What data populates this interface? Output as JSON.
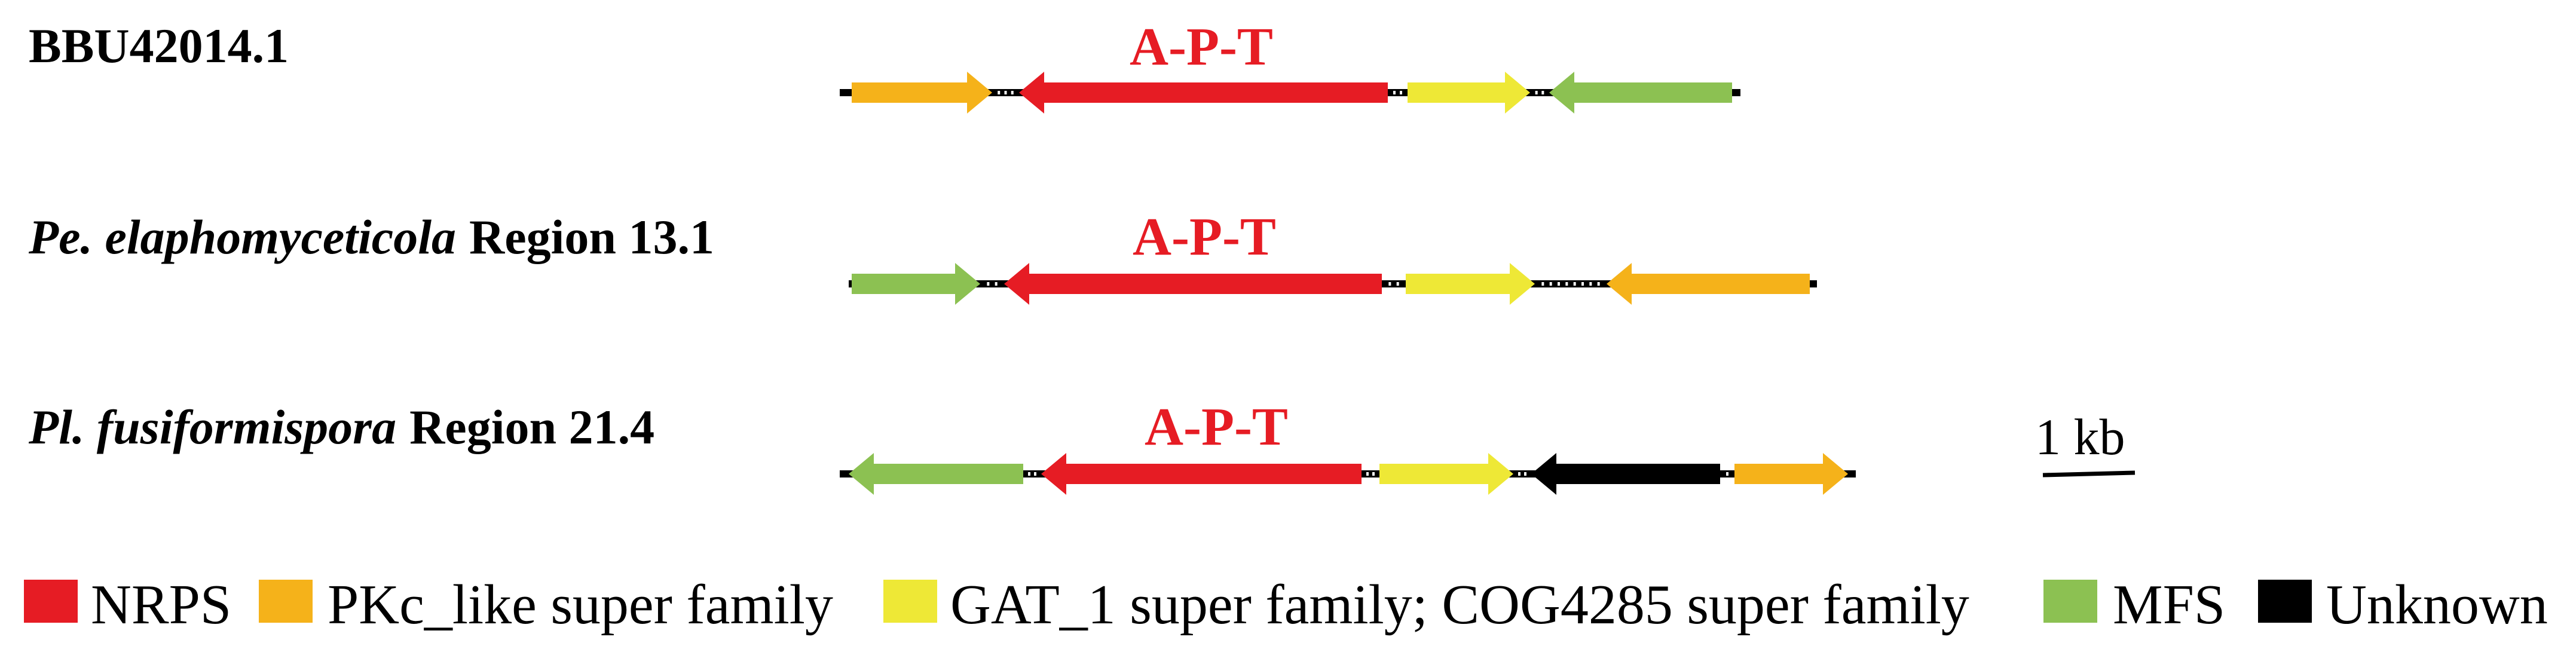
{
  "colors": {
    "NRPS": "#e61c24",
    "PKc": "#f5b21a",
    "GAT": "#eee836",
    "MFS": "#8cc152",
    "Unknown": "#000000",
    "backbone": "#000000"
  },
  "clusters": [
    {
      "id": "bbu",
      "label_italic": "",
      "label_bold": "BBU42014.1",
      "domain_label": "A-P-T",
      "genes": [
        {
          "type": "PKc",
          "dir": "right"
        },
        {
          "type": "NRPS",
          "dir": "left"
        },
        {
          "type": "GAT",
          "dir": "right"
        },
        {
          "type": "MFS",
          "dir": "left"
        }
      ]
    },
    {
      "id": "pe",
      "label_italic": "Pe. elaphomyceticola",
      "label_bold": "Region 13.1",
      "domain_label": "A-P-T",
      "genes": [
        {
          "type": "MFS",
          "dir": "right"
        },
        {
          "type": "NRPS",
          "dir": "left"
        },
        {
          "type": "GAT",
          "dir": "right"
        },
        {
          "type": "PKc",
          "dir": "left"
        }
      ]
    },
    {
      "id": "pl",
      "label_italic": "Pl. fusiformispora",
      "label_bold": "Region 21.4",
      "domain_label": "A-P-T",
      "genes": [
        {
          "type": "MFS",
          "dir": "left"
        },
        {
          "type": "NRPS",
          "dir": "left"
        },
        {
          "type": "GAT",
          "dir": "right"
        },
        {
          "type": "Unknown",
          "dir": "left"
        },
        {
          "type": "PKc",
          "dir": "right"
        }
      ]
    }
  ],
  "scale_bar": {
    "label": "1 kb"
  },
  "legend": [
    {
      "type": "NRPS",
      "label": "NRPS"
    },
    {
      "type": "PKc",
      "label": "PKc_like super family"
    },
    {
      "type": "GAT",
      "label": "GAT_1 super family; COG4285 super family"
    },
    {
      "type": "MFS",
      "label": "MFS"
    },
    {
      "type": "Unknown",
      "label": "Unknown"
    }
  ]
}
